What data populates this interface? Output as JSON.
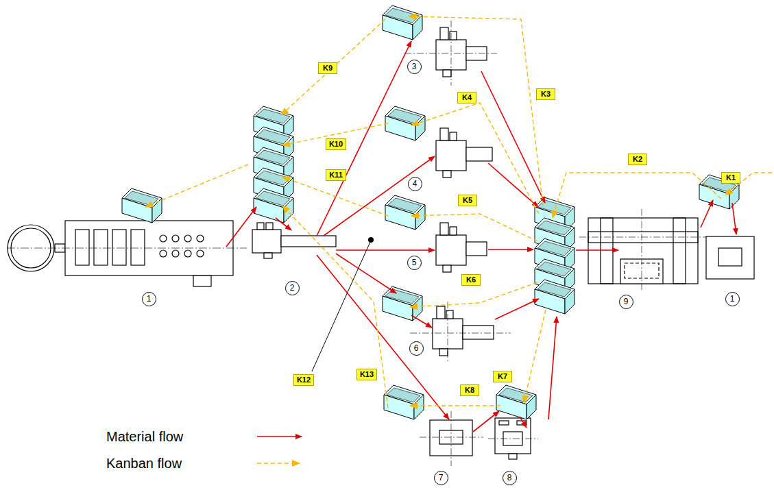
{
  "diagram": {
    "nodes": [
      {
        "text": [
          "3"
        ]
      },
      {
        "text": [
          "K9"
        ]
      },
      {
        "text": [
          "K4"
        ]
      },
      {
        "text": [
          "K3"
        ]
      },
      {
        "text": [
          "K10"
        ]
      },
      {
        "text": [
          "K2"
        ]
      },
      {
        "text": [
          "K1"
        ]
      },
      {
        "text": [
          "K11"
        ]
      },
      {
        "text": [
          "4"
        ]
      },
      {
        "text": [
          "K5"
        ]
      },
      {
        "text": [
          "1"
        ]
      },
      {
        "text": [
          "2"
        ]
      },
      {
        "text": [
          "5"
        ]
      },
      {
        "text": [
          "9"
        ]
      },
      {
        "text": [
          "1"
        ]
      },
      {
        "text": [
          "K6"
        ]
      },
      {
        "text": [
          "6"
        ]
      },
      {
        "text": [
          "K12"
        ]
      },
      {
        "text": [
          "K13"
        ]
      },
      {
        "text": [
          "K7"
        ]
      },
      {
        "text": [
          "K8"
        ]
      },
      {
        "text": [
          "7"
        ]
      },
      {
        "text": [
          "8"
        ]
      }
    ],
    "legend": [
      {
        "text": "Material flow"
      },
      {
        "text": "Kanban flow"
      }
    ]
  }
}
